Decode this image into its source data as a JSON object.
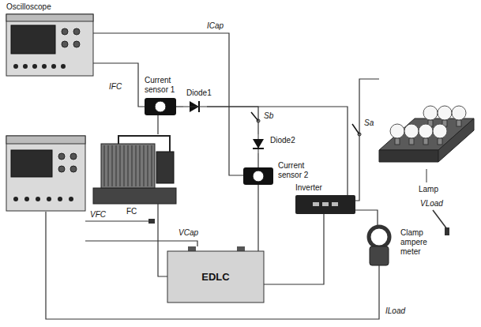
{
  "diagram": {
    "nodes": [
      {
        "text": [
          "Oscilloscope"
        ]
      },
      {
        "text": [
          "Current sensor 1"
        ]
      },
      {
        "text": [
          "Diode1"
        ]
      },
      {
        "text": [
          "FC"
        ]
      },
      {
        "text": [
          "EDLC"
        ]
      },
      {
        "text": [
          "Current sensor 2"
        ]
      },
      {
        "text": [
          "Diode2"
        ]
      },
      {
        "text": [
          "Inverter"
        ]
      },
      {
        "text": [
          "Lamp"
        ]
      },
      {
        "text": [
          "Clamp ampere meter"
        ]
      }
    ],
    "edges": [
      {
        "from": 0,
        "to": 1,
        "arrow": "none"
      },
      {
        "from": 0,
        "to": 5,
        "arrow": "none"
      },
      {
        "from": 1,
        "to": 2,
        "arrow": "none"
      },
      {
        "from": 3,
        "to": 1,
        "arrow": "none"
      },
      {
        "from": 2,
        "to": 6,
        "arrow": "none"
      },
      {
        "from": 6,
        "to": 5,
        "arrow": "none"
      },
      {
        "from": 5,
        "to": 4,
        "arrow": "none"
      },
      {
        "from": 2,
        "to": 7,
        "arrow": "none"
      },
      {
        "from": 7,
        "to": 8,
        "arrow": "none"
      },
      {
        "from": 7,
        "to": 9,
        "arrow": "none"
      },
      {
        "from": 3,
        "to": 4,
        "arrow": "none"
      },
      {
        "from": 4,
        "to": 7,
        "arrow": "none"
      }
    ],
    "labels": [
      "ICap",
      "IFC",
      "Sb",
      "VCap",
      "VFC",
      "Sa",
      "VLoad",
      "ILoad"
    ]
  }
}
